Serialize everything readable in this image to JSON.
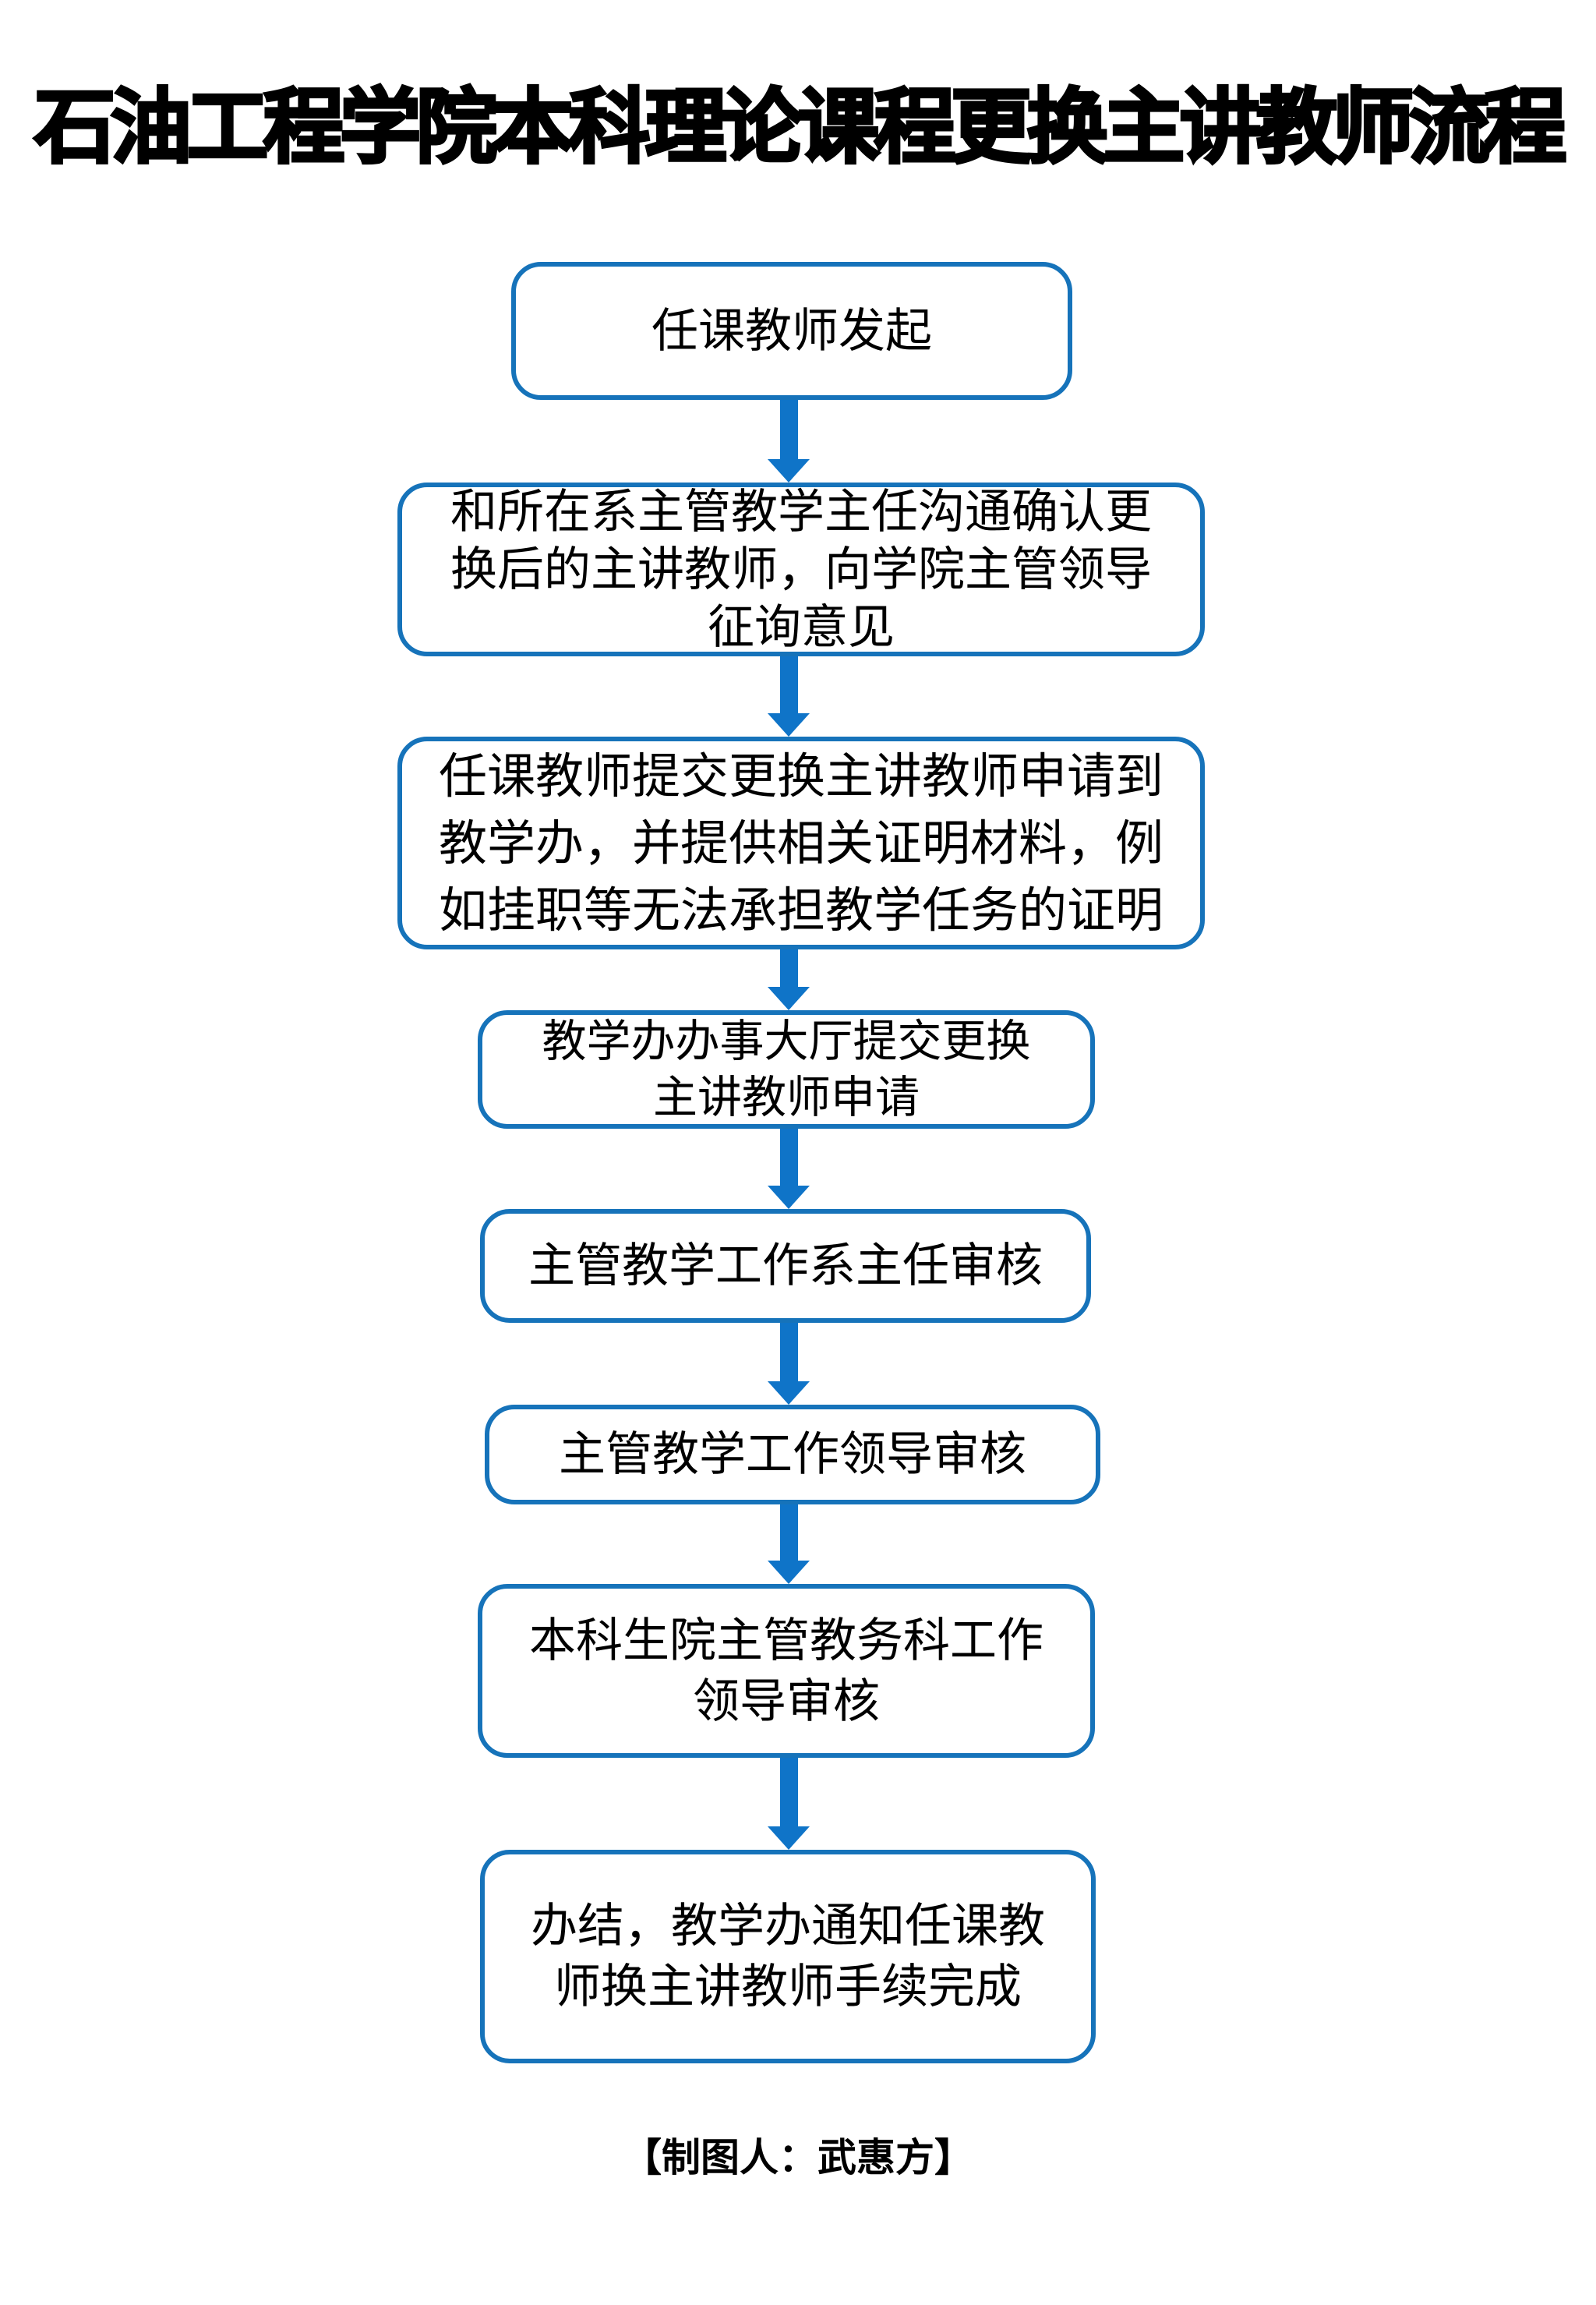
{
  "page": {
    "title": "石油工程学院本科理论课程更换主讲教师流程",
    "footer": "【制图人：武惠方】",
    "colors": {
      "background": "#ffffff",
      "text": "#000000",
      "box_border": "#1673ba",
      "arrow": "#0f74c8"
    }
  },
  "flowchart": {
    "type": "flowchart",
    "direction": "top-to-bottom",
    "connector": "arrow-down",
    "steps": [
      {
        "id": 1,
        "label": "任课教师发起",
        "lines": [
          "任课教师发起"
        ]
      },
      {
        "id": 2,
        "label": "和所在系主管教学主任沟通确认更换后的主讲教师，向学院主管领导征询意见",
        "lines": [
          "和所在系主管教学主任沟通确认更",
          "换后的主讲教师，向学院主管领导",
          "征询意见"
        ]
      },
      {
        "id": 3,
        "label": "任课教师提交更换主讲教师申请到教学办，并提供相关证明材料，例如挂职等无法承担教学任务的证明",
        "lines": [
          "任课教师提交更换主讲教师申请到",
          "教学办，并提供相关证明材料，例",
          "如挂职等无法承担教学任务的证明"
        ]
      },
      {
        "id": 4,
        "label": "教学办办事大厅提交更换主讲教师申请",
        "lines": [
          "教学办办事大厅提交更换",
          "主讲教师申请"
        ]
      },
      {
        "id": 5,
        "label": "主管教学工作系主任审核",
        "lines": [
          "主管教学工作系主任审核"
        ]
      },
      {
        "id": 6,
        "label": "主管教学工作领导审核",
        "lines": [
          "主管教学工作领导审核"
        ]
      },
      {
        "id": 7,
        "label": "本科生院主管教务科工作领导审核",
        "lines": [
          "本科生院主管教务科工作",
          "领导审核"
        ]
      },
      {
        "id": 8,
        "label": "办结，教学办通知任课教师换主讲教师手续完成",
        "lines": [
          "办结，教学办通知任课教",
          "师换主讲教师手续完成"
        ]
      }
    ]
  }
}
